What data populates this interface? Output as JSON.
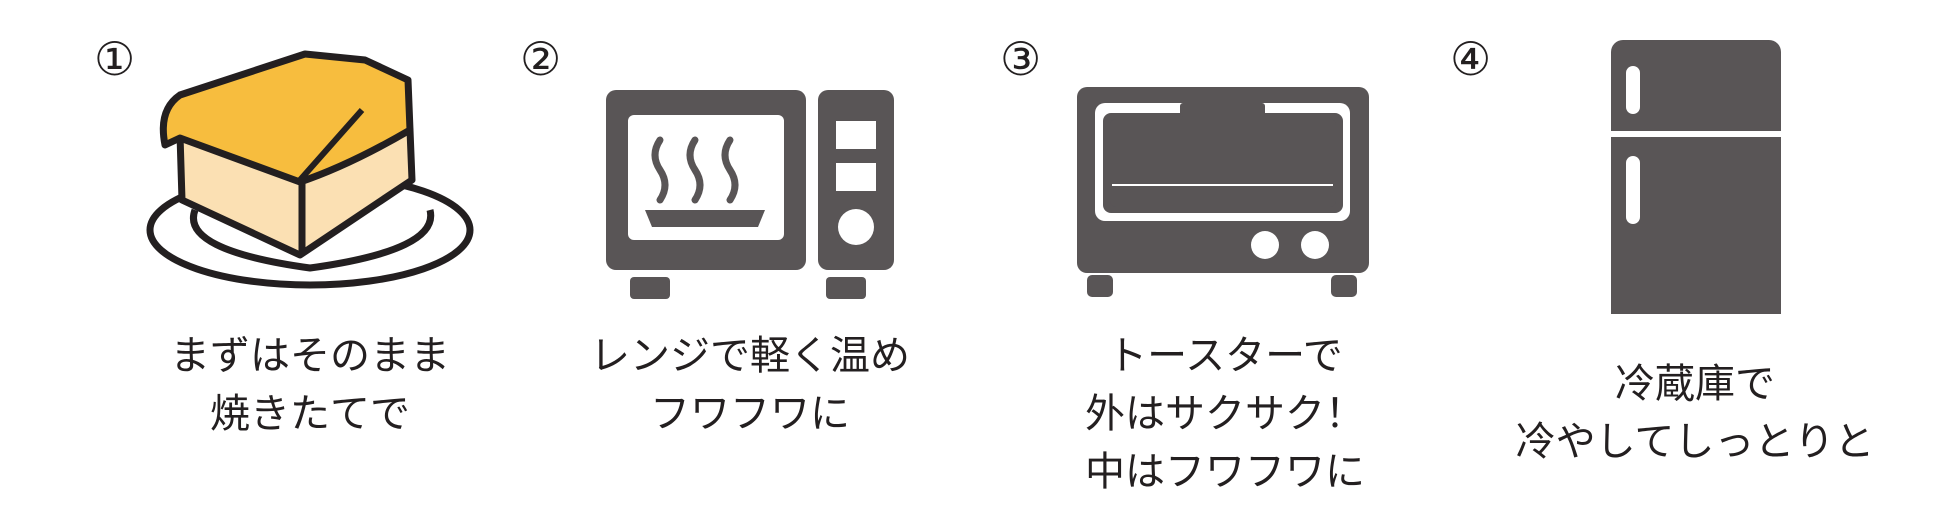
{
  "colors": {
    "ink": "#231f20",
    "appliance": "#595556",
    "cake_top": "#f7bd3e",
    "cake_body": "#fbe0b3"
  },
  "steps": [
    {
      "number": "①",
      "icon": "castella-cake-on-plate-icon",
      "caption_lines": [
        "まずはそのまま",
        "焼きたてで"
      ]
    },
    {
      "number": "②",
      "icon": "microwave-icon",
      "caption_lines": [
        "レンジで軽く温め",
        "フワフワに"
      ]
    },
    {
      "number": "③",
      "icon": "toaster-oven-icon",
      "caption_lines": [
        "トースターで",
        "外はサクサク！",
        "中はフワフワに"
      ]
    },
    {
      "number": "④",
      "icon": "refrigerator-icon",
      "caption_lines": [
        "冷蔵庫で",
        "冷やしてしっとりと"
      ]
    }
  ]
}
